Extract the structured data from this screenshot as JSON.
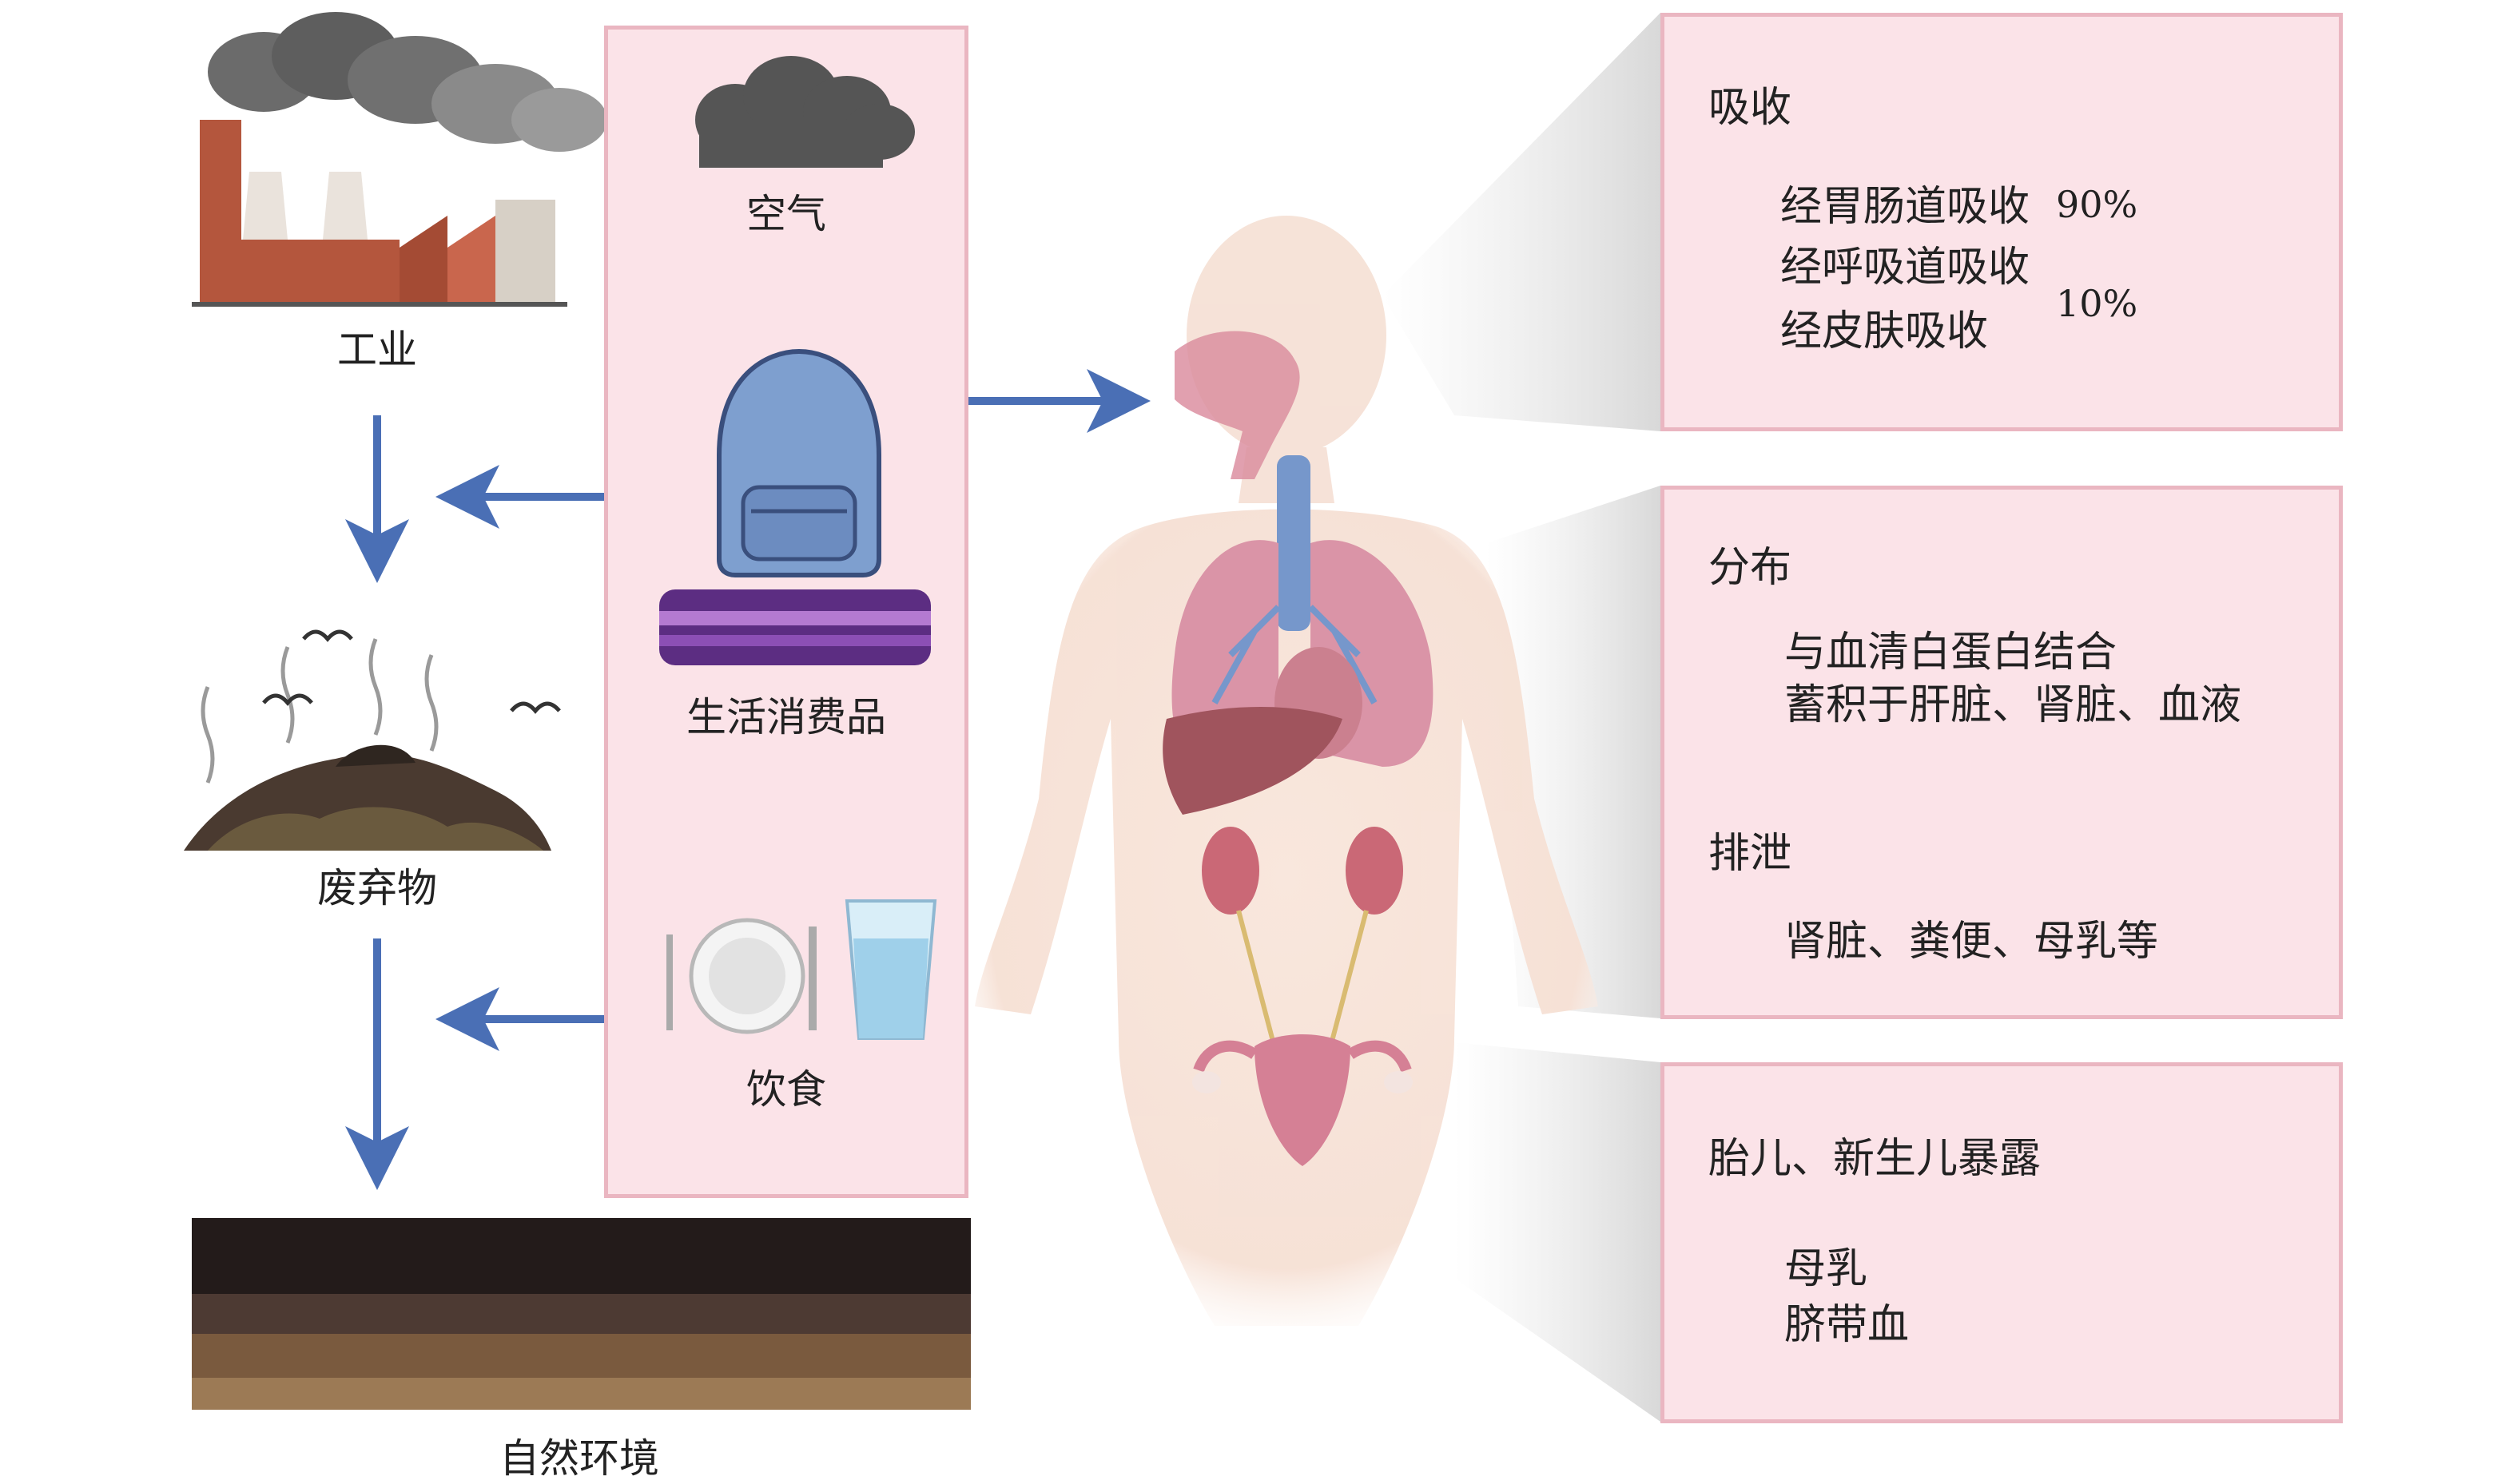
{
  "sources": {
    "industry": "工业",
    "waste": "废弃物",
    "environment": "自然环境"
  },
  "exposure": {
    "air": "空气",
    "consumer_goods": "生活消费品",
    "diet": "饮食"
  },
  "absorption": {
    "title": "吸收",
    "gi": "经胃肠道吸收",
    "gi_pct": "90%",
    "resp": "经呼吸道吸收",
    "skin": "经皮肤吸收",
    "other_pct": "10%"
  },
  "distribution": {
    "title": "分布",
    "line1": "与血清白蛋白结合",
    "line2": "蓄积于肝脏、肾脏、血液"
  },
  "excretion": {
    "title": "排泄",
    "line1": "肾脏、粪便、母乳等"
  },
  "fetal": {
    "title": "胎儿、新生儿暴露",
    "line1": "母乳",
    "line2": "脐带血"
  },
  "colors": {
    "arrow": "#4a6fb5",
    "panel_fill": "#fbe3e8",
    "panel_border": "#eab6c1",
    "body": "#f6e1d6"
  }
}
